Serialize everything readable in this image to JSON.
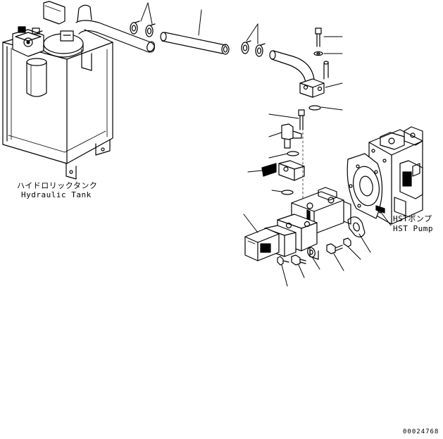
{
  "labels": {
    "hydraulic_tank_jp": "ハイドロリックタンク",
    "hydraulic_tank_en": "Hydraulic Tank",
    "hst_pump_jp": "HSTポンプ",
    "hst_pump_en": "HST Pump"
  },
  "drawing_id": "00024768",
  "colors": {
    "line": "#000000",
    "background": "#ffffff"
  }
}
